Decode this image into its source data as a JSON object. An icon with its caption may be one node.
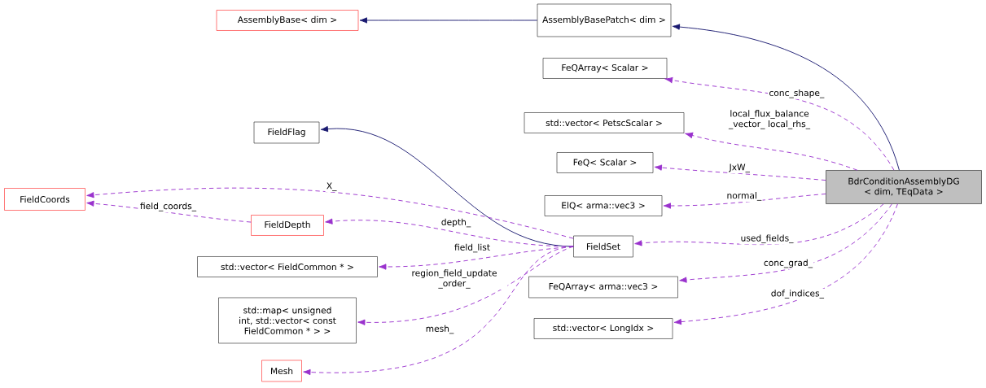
{
  "diagram": {
    "nodes": [
      {
        "text": [
          "AssemblyBase< dim >"
        ]
      },
      {
        "text": [
          "AssemblyBasePatch< dim >"
        ]
      },
      {
        "text": [
          "FeQArray< Scalar >"
        ]
      },
      {
        "text": [
          "FieldFlag"
        ]
      },
      {
        "text": [
          "std::vector< PetscScalar >"
        ]
      },
      {
        "text": [
          "FeQ< Scalar >"
        ]
      },
      {
        "text": [
          "BdrConditionAssemblyDG < dim, TEqData >"
        ]
      },
      {
        "text": [
          "FieldCoords"
        ]
      },
      {
        "text": [
          "ElQ< arma::vec3 >"
        ]
      },
      {
        "text": [
          "FieldDepth"
        ]
      },
      {
        "text": [
          "FieldSet"
        ]
      },
      {
        "text": [
          "std::vector< FieldCommon * >"
        ]
      },
      {
        "text": [
          "FeQArray< arma::vec3 >"
        ]
      },
      {
        "text": [
          "std::map< unsigned int, std::vector< const FieldCommon * > >"
        ]
      },
      {
        "text": [
          "std::vector< LongIdx >"
        ]
      },
      {
        "text": [
          "Mesh"
        ]
      }
    ],
    "edges": [
      {
        "from": 1,
        "to": 0,
        "arrow": "to",
        "color": "#191970"
      },
      {
        "from": 6,
        "to": 1,
        "arrow": "to",
        "color": "#191970"
      },
      {
        "from": 10,
        "to": 3,
        "arrow": "to",
        "color": "#191970"
      },
      {
        "from": 6,
        "to": 2,
        "arrow": "to",
        "style": "dashed",
        "label": "conc_shape_"
      },
      {
        "from": 6,
        "to": 4,
        "arrow": "to",
        "style": "dashed",
        "label": "local_flux_balance _vector_ local_rhs_"
      },
      {
        "from": 6,
        "to": 5,
        "arrow": "to",
        "style": "dashed",
        "label": "JxW_"
      },
      {
        "from": 6,
        "to": 8,
        "arrow": "to",
        "style": "dashed",
        "label": "normal_"
      },
      {
        "from": 6,
        "to": 10,
        "arrow": "to",
        "style": "dashed",
        "label": "used_fields_"
      },
      {
        "from": 6,
        "to": 12,
        "arrow": "to",
        "style": "dashed",
        "label": "conc_grad_"
      },
      {
        "from": 6,
        "to": 14,
        "arrow": "to",
        "style": "dashed",
        "label": "dof_indices_"
      },
      {
        "from": 10,
        "to": 7,
        "arrow": "to",
        "style": "dashed",
        "label": "X_"
      },
      {
        "from": 9,
        "to": 7,
        "arrow": "to",
        "style": "dashed",
        "label": "field_coords_"
      },
      {
        "from": 10,
        "to": 9,
        "arrow": "to",
        "style": "dashed",
        "label": "depth_"
      },
      {
        "from": 10,
        "to": 11,
        "arrow": "to",
        "style": "dashed",
        "label": "field_list"
      },
      {
        "from": 10,
        "to": 13,
        "arrow": "to",
        "style": "dashed",
        "label": "region_field_update _order_"
      },
      {
        "from": 10,
        "to": 15,
        "arrow": "to",
        "style": "dashed",
        "label": "mesh_"
      }
    ]
  }
}
